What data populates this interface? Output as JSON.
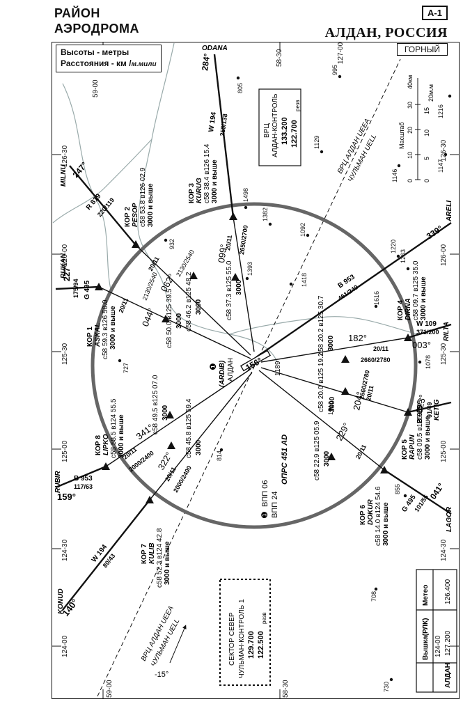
{
  "header": {
    "title_line1": "РАЙОН",
    "title_line2": "АЭРОДРОМА",
    "chart_code": "A-1",
    "city": "АЛДАН, РОССИЯ",
    "terrain": "ГОРНЫЙ"
  },
  "legend": {
    "alt": "Высоты - метры",
    "dist_prefix": "Расстояния - км /",
    "dist_suffix": "м.мили"
  },
  "grid": {
    "top": [
      "127-00",
      "58-30"
    ],
    "lat_left": [
      "59-00"
    ],
    "lat_bottom": [
      "59-00",
      "58-30"
    ],
    "lon_left": [
      "126-30",
      "126-00",
      "125-30",
      "125-00",
      "124-30",
      "124-00"
    ],
    "lon_right": [
      "126-30",
      "126-00",
      "125-30",
      "125-00",
      "124-30",
      "124-00"
    ]
  },
  "scale": {
    "title": "Масштаб",
    "km_label": "40км",
    "nm_label": "20м.м",
    "km_ticks": [
      "0",
      "10",
      "20",
      "30"
    ],
    "nm_ticks": [
      "0",
      "5",
      "10",
      "15"
    ]
  },
  "vrc": {
    "title": "ВРЦ",
    "name": "АЛДАН-КОНТРОЛЬ",
    "f1": "133.200",
    "f2": "122.700",
    "rez": "резв"
  },
  "sector": {
    "line1": "СЕКТОР СЕВЕР",
    "line2": "ЧУЛЬМАН-КОНТРОЛЬ 1",
    "f1": "129.700",
    "f2": "122.500",
    "rez": "резв"
  },
  "airport": {
    "num": "❶",
    "code": "(ARDIB)",
    "name": "АЛДАН",
    "heading": "156°",
    "elev": "1189"
  },
  "runway_note": {
    "vpp1": "ВПП 06",
    "vpp2": "ВПП 24",
    "opr": "ОПРС  451 AD"
  },
  "fir": {
    "top": "ВРЦ АЛДАН UEEA",
    "top2": "ЧУЛЬМАН UELL",
    "bottom": "ВРЦ АЛДАН UEEA",
    "bottom2": "ЧУЛЬМАН UELL",
    "var": "-15°"
  },
  "peaks": [
    "805",
    "995",
    "1129",
    "1146",
    "1147",
    "1216",
    "1498",
    "1382",
    "932",
    "1092",
    "1220",
    "1263",
    "1393",
    "1418",
    "1616",
    "1078",
    "727",
    "814",
    "1510",
    "855",
    "708",
    "730"
  ],
  "cor": {
    "k1": {
      "name": "КОР 1",
      "id": "ASKAL",
      "c1": "с58 59.3 в126 50.0",
      "alt": "3000 и выше"
    },
    "k2": {
      "name": "КОР 2",
      "id": "PESOP",
      "c1": "с58 53.8 в126 02.9",
      "alt": "3000 и выше"
    },
    "k3": {
      "name": "КОР 3",
      "id": "KURUG",
      "c1": "с58 38.4 в126 15.4",
      "alt": "3000 и выше"
    },
    "k4": {
      "name": "КОР 4",
      "id": "DIRNA",
      "c1": "с58 09.7 в125 35.0",
      "alt": "3000 и выше"
    },
    "k5": {
      "name": "КОР 5",
      "id": "RAPUN",
      "c1": "с58 09.5 в125 15.5",
      "alt": "3000 и выше"
    },
    "k6": {
      "name": "КОР 6",
      "id": "DOKUR",
      "c1": "с58 14.0 в124 54.6",
      "alt": "3000 и выше"
    },
    "k7": {
      "name": "КОР 7",
      "id": "KULIB",
      "c1": "с58 52.3 в124 42.8",
      "alt": "3000 и выше"
    },
    "k8": {
      "name": "КОР 8",
      "id": "LIPKO",
      "c1": "с58 58.5 в124 55.5",
      "alt": "3000 и выше"
    }
  },
  "fixes": {
    "odana": "ODANA",
    "milnu": "MILNU",
    "rukan": "RUKAN",
    "areli": "ARELI",
    "rilta": "RILTA",
    "ketig": "KETIG",
    "lagor": "LAGOR",
    "rubir": "RUBIR",
    "konud": "KONUD"
  },
  "routes": {
    "w194n": {
      "name": "W 194",
      "dist": "255/138",
      "hdg": "284°"
    },
    "r819": {
      "name": "R 819",
      "dist": "220/119",
      "hdg": "247°"
    },
    "g495n": {
      "name": "G 495",
      "dist": "175/94",
      "hdg": "227°"
    },
    "b953e": {
      "name": "B 953",
      "dist": "461/249",
      "hdg": "339°"
    },
    "w109": {
      "name": "W 109",
      "dist": "371/200"
    },
    "b959": {
      "name": "B 959",
      "dist": "91/49"
    },
    "g495s": {
      "name": "G 495",
      "dist": "101/55",
      "hdg": "041°"
    },
    "b953w": {
      "name": "B 953",
      "dist": "117/63",
      "hdg": "159°"
    },
    "w194s": {
      "name": "W 194",
      "dist": "80/43",
      "hdg": "140°"
    }
  },
  "legs": [
    {
      "coord": "с58 46.2 в125 48.2",
      "alt": "3000",
      "dist": "20/11",
      "hdg": "062°",
      "alts": "2130/2540"
    },
    {
      "coord": "с58 37.3 в125 55.0",
      "alt": "3000",
      "dist": "20/11",
      "hdg": "099°",
      "alts": "2650/2700"
    },
    {
      "coord": "с58 50.0 в125 39.5",
      "alt": "3000",
      "dist": "20/11",
      "hdg": "044°",
      "alts": "2130/2540"
    },
    {
      "coord": "с58 20.2 в125 30.7",
      "alt": "3000",
      "dist": "20/11",
      "hdg": "182°",
      "alts": "2660/2780",
      "hdg2": "003°"
    },
    {
      "coord": "с58 20.0 в125 19.2",
      "alt": "3000",
      "dist": "20/11",
      "hdg": "204°",
      "alts": "2660/2780",
      "hdg2": "023°"
    },
    {
      "coord": "с58 22.9 в125 05.9",
      "alt": "3000",
      "dist": "20/11",
      "hdg": "229°"
    },
    {
      "coord": "с58 45.8 в125 59.4",
      "alt": "3000",
      "dist": "20/11",
      "hdg": "322°",
      "alts": "2000/2400"
    },
    {
      "coord": "с58 49.5 в125 07.0",
      "alt": "3000",
      "dist": "20/11",
      "hdg": "341°",
      "alts": "2000/2400"
    }
  ],
  "comms": {
    "h1": "Вышка(РЛК)",
    "h2": "Метео",
    "row_name": "АЛДАН",
    "v1": "127.200",
    "v2": "126.400"
  }
}
